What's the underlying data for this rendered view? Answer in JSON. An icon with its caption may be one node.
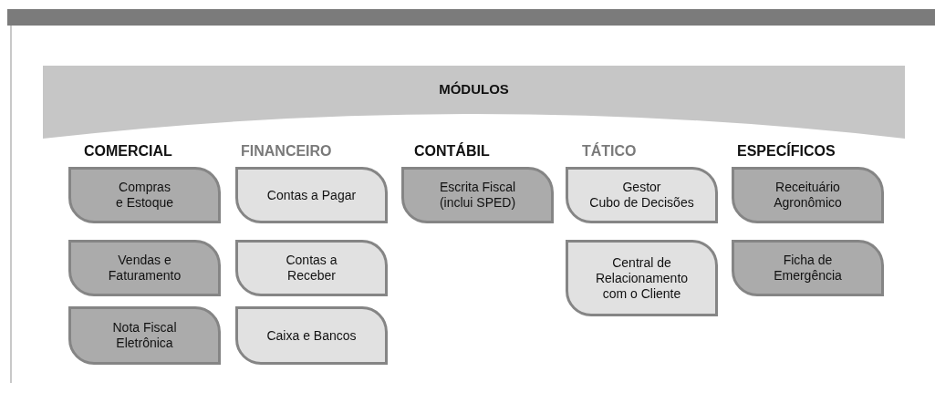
{
  "diagram": {
    "nodes": [
      {
        "text": [
          "MÓDULOS"
        ]
      },
      {
        "text": [
          "Compras e Estoque"
        ]
      },
      {
        "text": [
          "Vendas e Faturamento"
        ]
      },
      {
        "text": [
          "Nota Fiscal Eletrônica"
        ]
      },
      {
        "text": [
          "Contas a Pagar"
        ]
      },
      {
        "text": [
          "Contas a Receber"
        ]
      },
      {
        "text": [
          "Caixa e Bancos"
        ]
      },
      {
        "text": [
          "Escrita Fiscal (inclui SPED)"
        ]
      },
      {
        "text": [
          "Gestor",
          "Cubo de Decisões"
        ]
      },
      {
        "text": [
          "Central de Relacionamento com o Cliente"
        ]
      },
      {
        "text": [
          "Receituário Agronômico"
        ]
      },
      {
        "text": [
          "Ficha de Emergência"
        ]
      }
    ],
    "labels": [
      "COMERCIAL",
      "FINANCEIRO",
      "CONTÁBIL",
      "TÁTICO",
      "ESPECÍFICOS"
    ]
  }
}
